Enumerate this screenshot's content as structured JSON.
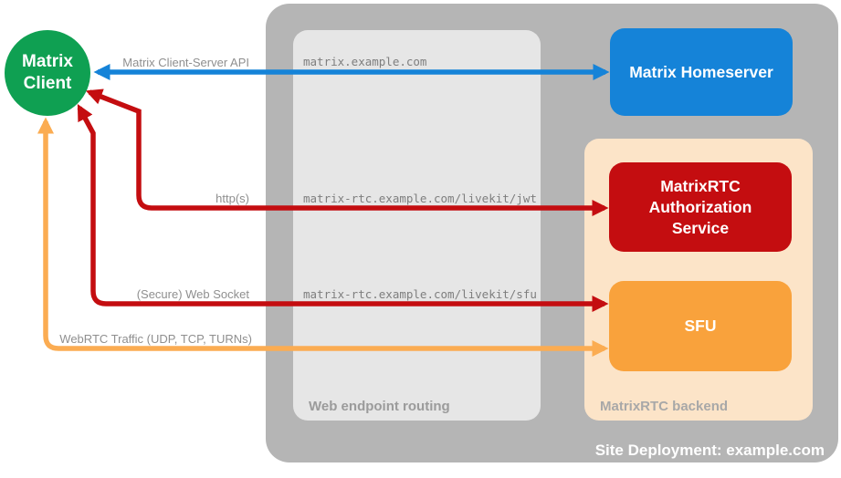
{
  "diagram": {
    "background": "#ffffff",
    "site_deployment": {
      "label": "Site Deployment: example.com",
      "fill": "#b5b5b5",
      "label_color": "#ffffff"
    },
    "web_endpoint_routing": {
      "label": "Web endpoint routing",
      "fill": "#e6e6e6",
      "label_color": "#9b9b9b"
    },
    "matrixrtc_backend": {
      "label": "MatrixRTC backend",
      "fill": "#fce4c8",
      "label_color": "#a8a8a8"
    },
    "nodes": {
      "matrix_client": {
        "shape": "circle",
        "fill": "#0fa052",
        "text_color": "#ffffff",
        "lines": [
          "Matrix",
          "Client"
        ]
      },
      "matrix_homeserver": {
        "shape": "rounded-rect",
        "fill": "#1583d8",
        "text_color": "#ffffff",
        "label": "Matrix Homeserver"
      },
      "matrixrtc_authorization_service": {
        "shape": "rounded-rect",
        "fill": "#c40d10",
        "text_color": "#ffffff",
        "lines": [
          "MatrixRTC",
          "Authorization",
          "Service"
        ]
      },
      "sfu": {
        "shape": "rounded-rect",
        "fill": "#f9a23c",
        "text_color": "#ffffff",
        "label": "SFU"
      }
    },
    "connections": [
      {
        "label": "Matrix Client-Server API",
        "endpoint": "matrix.example.com",
        "color": "#1583d8",
        "bidirectional": true,
        "from": "matrix_client",
        "to": "matrix_homeserver"
      },
      {
        "label": "http(s)",
        "endpoint": "matrix-rtc.example.com/livekit/jwt",
        "color": "#c40d10",
        "bidirectional": true,
        "from": "matrix_client",
        "to": "matrixrtc_authorization_service"
      },
      {
        "label": "(Secure) Web Socket",
        "endpoint": "matrix-rtc.example.com/livekit/sfu",
        "color": "#c40d10",
        "bidirectional": true,
        "from": "matrix_client",
        "to": "sfu"
      },
      {
        "label": "WebRTC Traffic (UDP, TCP, TURNs)",
        "color": "#fbac52",
        "bidirectional": true,
        "from": "matrix_client",
        "to": "sfu"
      }
    ]
  }
}
